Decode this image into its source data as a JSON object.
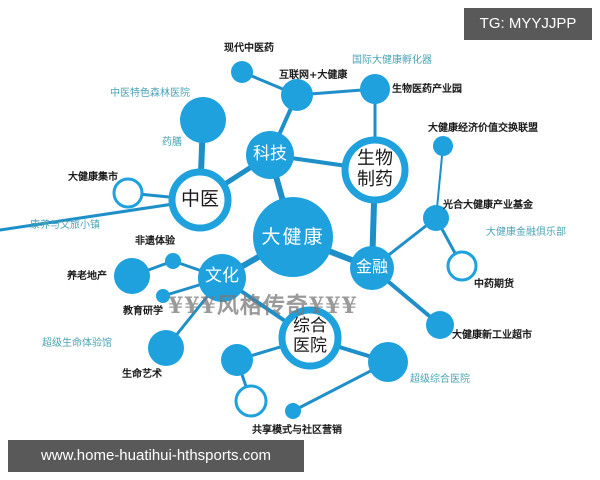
{
  "overlay": {
    "tg_badge": "TG: MYYJJPP",
    "url": "www.home-huatihui-hthsports.com",
    "watermark": "¥¥¥风格传奇¥¥¥"
  },
  "colors": {
    "node_fill": "#1ea1dd",
    "edge": "#1e8fc8",
    "label_dark": "#1a1a1a",
    "label_teal": "#4aa3b5",
    "overlay_bg": "#595959"
  },
  "hubs": {
    "center": "大健康",
    "tech": "科技",
    "biopharma_line1": "生物",
    "biopharma_line2": "制药",
    "tcm": "中医",
    "finance": "金融",
    "culture": "文化",
    "hospital_line1": "综合",
    "hospital_line2": "医院"
  },
  "labels": {
    "modern_tcm": "现代中医药",
    "internet_health": "互联网+大健康",
    "intl_incubator": "国际大健康孵化器",
    "bio_park": "生物医药产业园",
    "forest_hospital": "中医特色森林医院",
    "medicinal_diet": "药膳",
    "health_market": "大健康集市",
    "wellness_town": "康养与文旅小镇",
    "heritage": "非遗体验",
    "elderly_estate": "养老地产",
    "edu_tour": "教育研学",
    "life_museum": "超级生命体验馆",
    "life_art": "生命艺术",
    "value_alliance": "大健康经济价值交换联盟",
    "industry_fund": "光合大健康产业基金",
    "finance_club": "大健康金融俱乐部",
    "tcm_futures": "中药期货",
    "industrial_mart": "大健康新工业超市",
    "super_hospital": "超级综合医院",
    "shared_model": "共享模式与社区营销"
  }
}
